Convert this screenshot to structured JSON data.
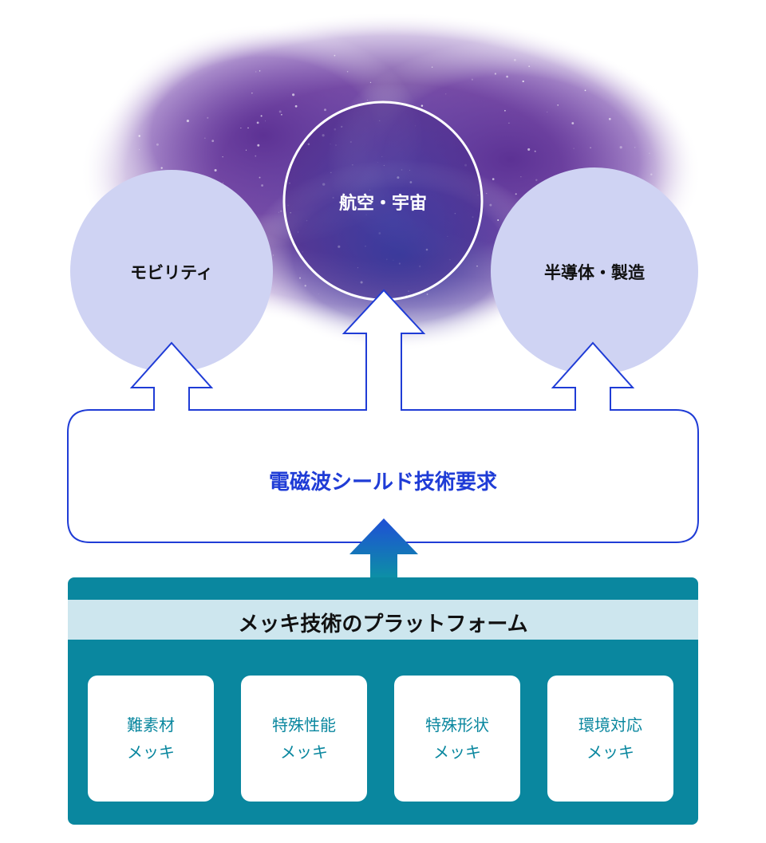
{
  "diagram": {
    "targets": {
      "mobility": "モビリティ",
      "aerospace": "航空・宇宙",
      "semiconductor": "半導体・製造"
    },
    "requirement": "電磁波シールド技術要求",
    "platform": {
      "title": "メッキ技術のプラットフォーム",
      "cards": [
        {
          "line1": "難素材",
          "line2": "メッキ"
        },
        {
          "line1": "特殊性能",
          "line2": "メッキ"
        },
        {
          "line1": "特殊形状",
          "line2": "メッキ"
        },
        {
          "line1": "環境対応",
          "line2": "メッキ"
        }
      ]
    },
    "colors": {
      "circle_fill": "#cfd3f3",
      "accent_blue": "#1f3cd6",
      "platform_teal": "#0a879f",
      "platform_band": "#cde6ee",
      "nebula_purple": "#5a2a8e"
    }
  }
}
